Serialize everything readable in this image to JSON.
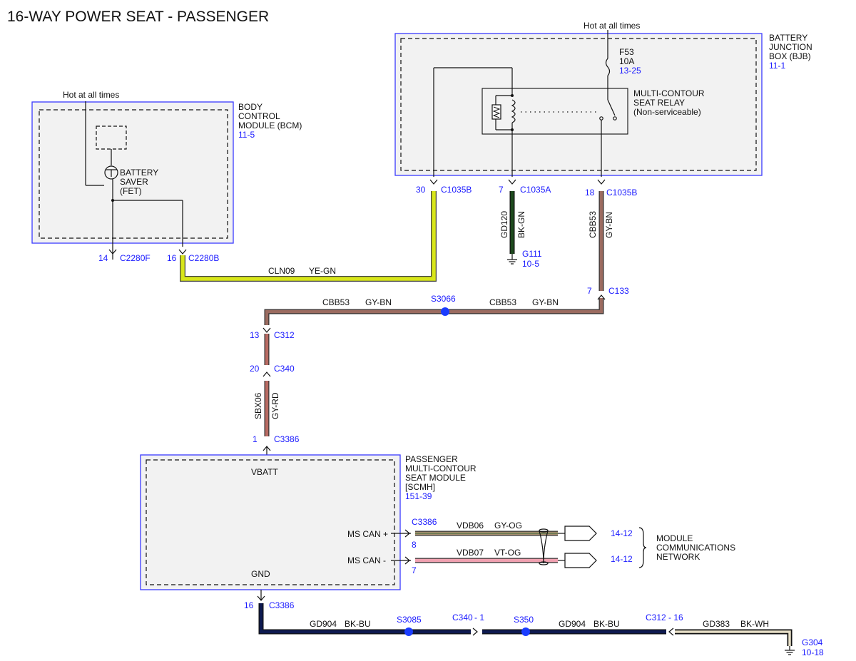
{
  "title": "16-WAY POWER SEAT - PASSENGER",
  "colors": {
    "module_border": "#3a3aff",
    "module_fill": "#f2f2f2",
    "inner_border": "#111111",
    "ref_text": "#1a1aff",
    "splice": "#1a3cff",
    "ye_gn": "#d8e61a",
    "gy_bn": "#9b6b60",
    "gy_rd": "#b86a62",
    "bk_gn": "#1e4a1e",
    "gy_og": "#a89070",
    "vt_og": "#f0a0b0",
    "bk_bu": "#0e1a50",
    "bk_wh": "#222222"
  },
  "bjb": {
    "hot_label": "Hot at all times",
    "name_lines": [
      "BATTERY",
      "JUNCTION",
      "BOX (BJB)"
    ],
    "ref": "11-1",
    "fuse": {
      "name": "F53",
      "rating": "10A",
      "ref": "13-25"
    },
    "relay_lines": [
      "MULTI-CONTOUR",
      "SEAT RELAY",
      "(Non-serviceable)"
    ],
    "pins": [
      {
        "pin": "30",
        "connector": "C1035B"
      },
      {
        "pin": "7",
        "connector": "C1035A"
      },
      {
        "pin": "18",
        "connector": "C1035B"
      }
    ]
  },
  "bcm": {
    "hot_label": "Hot at all times",
    "name_lines": [
      "BODY",
      "CONTROL",
      "MODULE (BCM)"
    ],
    "ref": "11-5",
    "fet_lines": [
      "BATTERY",
      "SAVER",
      "(FET)"
    ],
    "pins": [
      {
        "pin": "14",
        "connector": "C2280F"
      },
      {
        "pin": "16",
        "connector": "C2280B"
      }
    ]
  },
  "wires": {
    "cln09": {
      "circuit": "CLN09",
      "color": "YE-GN"
    },
    "gd120": {
      "circuit": "GD120",
      "color": "BK-GN"
    },
    "cbb53_v": {
      "circuit": "CBB53",
      "color": "GY-BN"
    },
    "cbb53_left": {
      "circuit": "CBB53",
      "color": "GY-BN"
    },
    "cbb53_right": {
      "circuit": "CBB53",
      "color": "GY-BN"
    },
    "sbx06": {
      "circuit": "SBX06",
      "color": "GY-RD"
    },
    "vdb06": {
      "circuit": "VDB06",
      "color": "GY-OG"
    },
    "vdb07": {
      "circuit": "VDB07",
      "color": "VT-OG"
    },
    "gd904_a": {
      "circuit": "GD904",
      "color": "BK-BU"
    },
    "gd904_b": {
      "circuit": "GD904",
      "color": "BK-BU"
    },
    "gd383": {
      "circuit": "GD383",
      "color": "BK-WH"
    }
  },
  "grounds": {
    "g111": {
      "name": "G111",
      "ref": "10-5"
    },
    "g304": {
      "name": "G304",
      "ref": "10-18"
    }
  },
  "connectors": {
    "c133": {
      "pin": "7",
      "connector": "C133"
    },
    "c312": {
      "pin": "13",
      "connector": "C312"
    },
    "c340": {
      "pin": "20",
      "connector": "C340"
    },
    "c3386_top": {
      "pin": "1",
      "connector": "C3386"
    },
    "c3386_can": {
      "connector": "C3386",
      "pin_plus": "8",
      "pin_minus": "7"
    },
    "c3386_gnd": {
      "pin": "16",
      "connector": "C3386"
    },
    "c340_inline": {
      "label": "C340",
      "pin": "- 1"
    },
    "c312_inline": {
      "label": "C312 - 16"
    }
  },
  "splices": {
    "s3066": "S3066",
    "s3085": "S3085",
    "s350": "S350"
  },
  "scmh": {
    "name_lines": [
      "PASSENGER",
      "MULTI-CONTOUR",
      "SEAT MODULE",
      "[SCMH]"
    ],
    "ref": "151-39",
    "vbatt": "VBATT",
    "gnd": "GND",
    "can_plus": "MS CAN +",
    "can_minus": "MS CAN -"
  },
  "network": {
    "ref_plus": "14-12",
    "ref_minus": "14-12",
    "label_lines": [
      "MODULE",
      "COMMUNICATIONS",
      "NETWORK"
    ]
  }
}
